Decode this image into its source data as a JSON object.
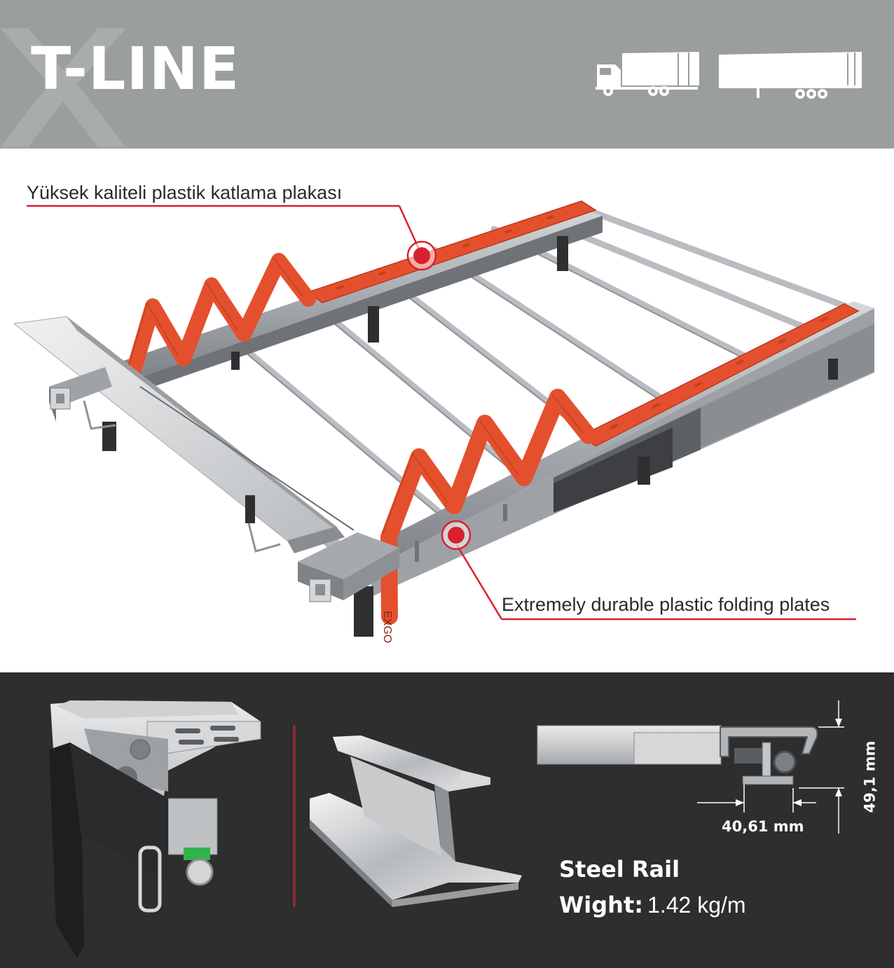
{
  "header": {
    "title": "T-LINE",
    "icons": [
      "truck-icon",
      "semi-trailer-icon"
    ]
  },
  "callouts": {
    "top": "Yüksek kaliteli plastik katlama plakası",
    "bottom": "Extremely durable plastic folding plates"
  },
  "illustration": {
    "strap_brand": "EXGO"
  },
  "spec": {
    "title": "Steel Rail",
    "weight_label": "Wight:",
    "weight_value": "1.42 kg/m",
    "width_dimension": "40,61 mm",
    "height_dimension": "49,1 mm"
  },
  "colors": {
    "header_bg": "#9a9e9d",
    "bottom_bg": "#2e2e2e",
    "accent_red": "#d9202e",
    "plate_orange": "#e4502d"
  }
}
